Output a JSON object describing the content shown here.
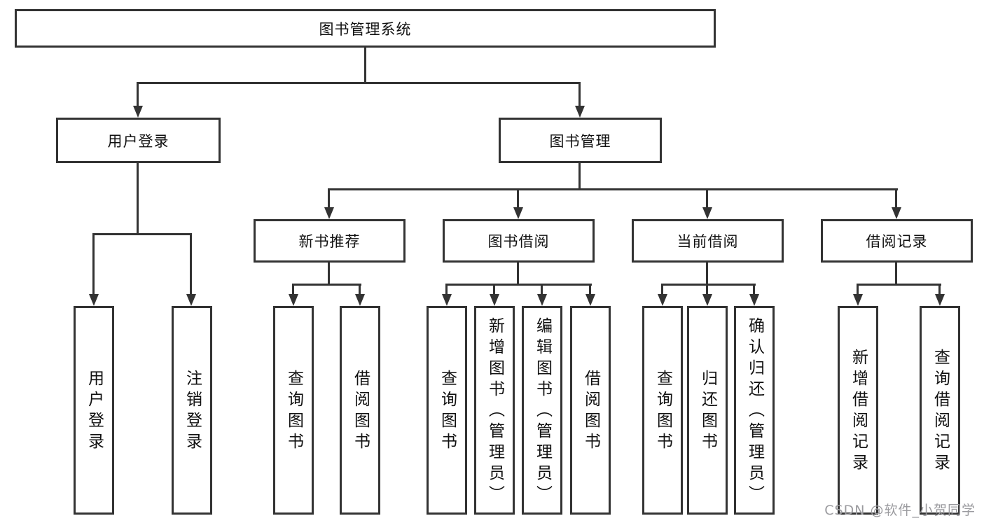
{
  "tree": {
    "root": {
      "label": "图书管理系统"
    },
    "level2": [
      {
        "label": "用户登录"
      },
      {
        "label": "图书管理"
      }
    ],
    "level3": [
      {
        "label": "新书推荐"
      },
      {
        "label": "图书借阅"
      },
      {
        "label": "当前借阅"
      },
      {
        "label": "借阅记录"
      }
    ],
    "groups": {
      "user_login": [
        "用户登录",
        "注销登录"
      ],
      "new_books": [
        "查询图书",
        "借阅图书"
      ],
      "book_borrow": [
        "查询图书",
        "新增图书（管理员）",
        "编辑图书（管理员）",
        "借阅图书"
      ],
      "current_borrow": [
        "查询图书",
        "归还图书",
        "确认归还（管理员）"
      ],
      "records": [
        "新增借阅记录",
        "查询借阅记录"
      ]
    }
  },
  "watermark": {
    "text": "CSDN @软件_小贺同学"
  },
  "colors": {
    "line": "#333333",
    "text": "#111111",
    "watermark": "#9b9b9f",
    "background": "#ffffff"
  }
}
